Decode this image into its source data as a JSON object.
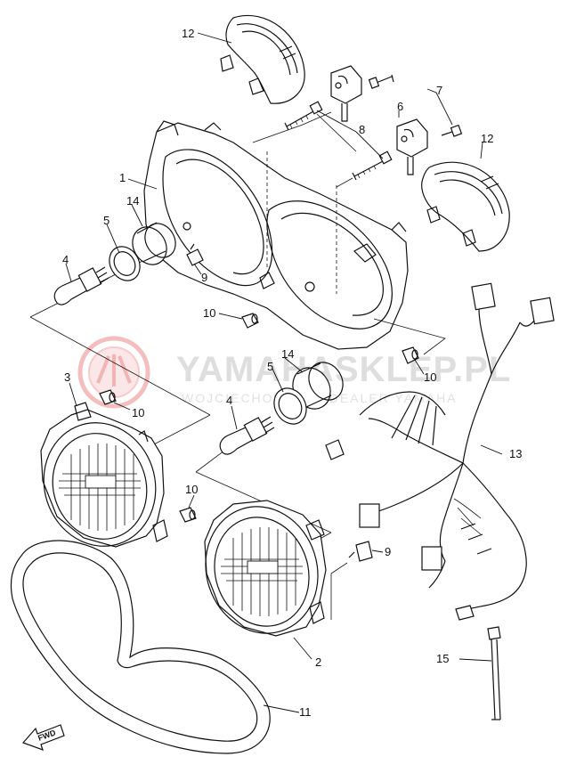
{
  "watermark": {
    "brand": "YAMAHASKLEP.PL",
    "subtitle": "WOJCIECHOWSKI - DEALER YAMAHA",
    "logo_icon": "yamaha-tuning-forks-logo",
    "color": "#e03030"
  },
  "direction_marker": {
    "label": "FWD"
  },
  "part_labels": [
    {
      "id": "1",
      "text": "1"
    },
    {
      "id": "2",
      "text": "2"
    },
    {
      "id": "3",
      "text": "3"
    },
    {
      "id": "4a",
      "text": "4"
    },
    {
      "id": "4b",
      "text": "4"
    },
    {
      "id": "5a",
      "text": "5"
    },
    {
      "id": "5b",
      "text": "5"
    },
    {
      "id": "6",
      "text": "6"
    },
    {
      "id": "7",
      "text": "7"
    },
    {
      "id": "8",
      "text": "8"
    },
    {
      "id": "9a",
      "text": "9"
    },
    {
      "id": "9b",
      "text": "9"
    },
    {
      "id": "10a",
      "text": "10"
    },
    {
      "id": "10b",
      "text": "10"
    },
    {
      "id": "10c",
      "text": "10"
    },
    {
      "id": "10d",
      "text": "10"
    },
    {
      "id": "11",
      "text": "11"
    },
    {
      "id": "12a",
      "text": "12"
    },
    {
      "id": "12b",
      "text": "12"
    },
    {
      "id": "13",
      "text": "13"
    },
    {
      "id": "14a",
      "text": "14"
    },
    {
      "id": "14b",
      "text": "14"
    },
    {
      "id": "15",
      "text": "15"
    }
  ]
}
